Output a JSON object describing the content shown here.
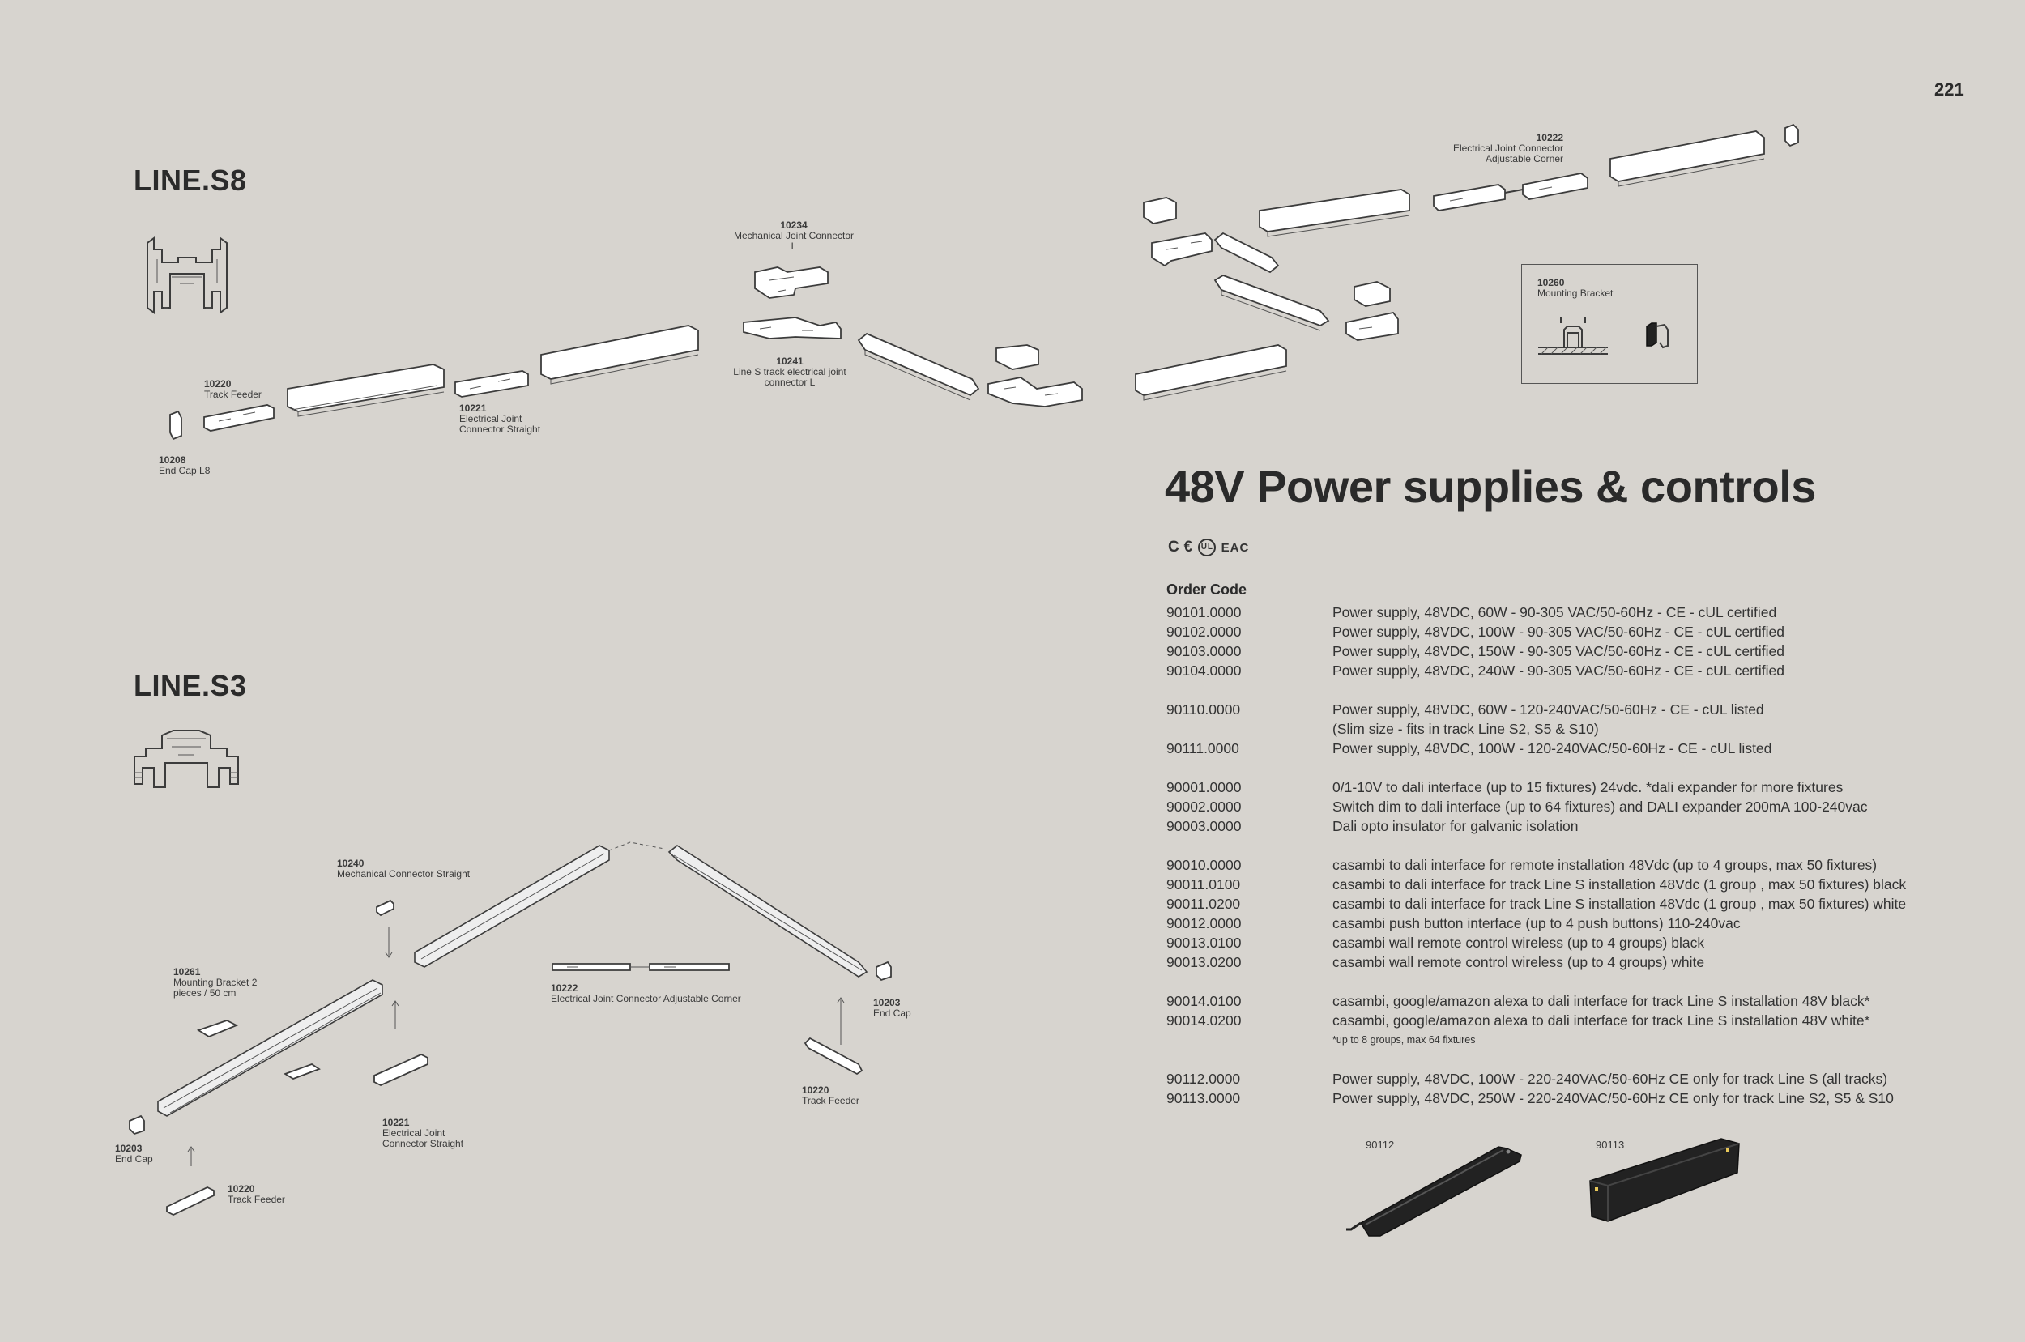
{
  "page_number": "221",
  "line_s8": {
    "title": "LINE.S8",
    "parts": [
      {
        "code": "10234",
        "desc": "Mechanical Joint Connector L"
      },
      {
        "code": "10241",
        "desc": "Line S track electrical joint connector L"
      },
      {
        "code": "10220",
        "desc": "Track Feeder"
      },
      {
        "code": "10221",
        "desc": "Electrical Joint Connector Straight"
      },
      {
        "code": "10208",
        "desc": "End Cap L8"
      },
      {
        "code": "10222",
        "desc": "Electrical Joint Connector Adjustable Corner"
      },
      {
        "code": "10260",
        "desc": "Mounting Bracket"
      }
    ]
  },
  "line_s3": {
    "title": "LINE.S3",
    "parts": [
      {
        "code": "10240",
        "desc": "Mechanical Connector Straight"
      },
      {
        "code": "10261",
        "desc": "Mounting Bracket 2 pieces / 50 cm"
      },
      {
        "code": "10222",
        "desc": "Electrical Joint Connector Adjustable Corner"
      },
      {
        "code": "10203",
        "desc": "End Cap"
      },
      {
        "code": "10220",
        "desc": "Track Feeder"
      },
      {
        "code": "10221",
        "desc": "Electrical Joint Connector Straight"
      },
      {
        "code": "10203",
        "desc": "End Cap"
      },
      {
        "code": "10220",
        "desc": "Track Feeder"
      }
    ]
  },
  "power": {
    "title": "48V Power supplies & controls",
    "certifications": "CE cUL EAC",
    "order_code_heading": "Order Code",
    "rows": [
      {
        "code": "90101.0000",
        "desc": "Power supply, 48VDC, 60W - 90-305 VAC/50-60Hz - CE - cUL certified"
      },
      {
        "code": "90102.0000",
        "desc": "Power supply, 48VDC, 100W - 90-305 VAC/50-60Hz - CE - cUL certified"
      },
      {
        "code": "90103.0000",
        "desc": "Power supply, 48VDC, 150W - 90-305 VAC/50-60Hz - CE - cUL certified"
      },
      {
        "code": "90104.0000",
        "desc": "Power supply, 48VDC, 240W - 90-305 VAC/50-60Hz - CE - cUL certified"
      },
      {
        "code": "90110.0000",
        "desc": "Power supply, 48VDC, 60W - 120-240VAC/50-60Hz - CE - cUL listed"
      },
      {
        "code": "",
        "desc": "(Slim size - fits in track Line S2, S5 & S10)"
      },
      {
        "code": "90111.0000",
        "desc": "Power supply, 48VDC, 100W - 120-240VAC/50-60Hz - CE - cUL listed"
      },
      {
        "code": "90001.0000",
        "desc": "0/1-10V to dali interface (up to 15 fixtures)   24vdc. *dali expander for more fixtures"
      },
      {
        "code": "90002.0000",
        "desc": "Switch dim to dali interface (up to 64 fixtures) and DALI expander 200mA 100-240vac"
      },
      {
        "code": "90003.0000",
        "desc": "Dali opto insulator for galvanic isolation"
      },
      {
        "code": "90010.0000",
        "desc": "casambi to dali interface for remote installation 48Vdc (up to 4 groups, max 50 fixtures)"
      },
      {
        "code": "90011.0100",
        "desc": "casambi to dali interface for track Line S installation 48Vdc (1 group , max 50 fixtures) black"
      },
      {
        "code": "90011.0200",
        "desc": "casambi to dali interface for track Line S installation 48Vdc (1 group , max 50 fixtures) white"
      },
      {
        "code": "90012.0000",
        "desc": "casambi push button interface (up to 4 push buttons) 110-240vac"
      },
      {
        "code": "90013.0100",
        "desc": "casambi wall remote control wireless  (up to 4 groups) black"
      },
      {
        "code": "90013.0200",
        "desc": "casambi wall remote control wireless  (up to 4 groups) white"
      },
      {
        "code": "90014.0100",
        "desc": "casambi, google/amazon alexa to dali interface for track Line S installation 48V black*"
      },
      {
        "code": "90014.0200",
        "desc": "casambi, google/amazon alexa to dali interface for track Line S installation 48V white*"
      },
      {
        "code": "",
        "desc": "*up to 8 groups, max 64 fixtures"
      },
      {
        "code": "90112.0000",
        "desc": "Power supply, 48VDC, 100W - 220-240VAC/50-60Hz CE  only for track Line S (all tracks)"
      },
      {
        "code": "90113.0000",
        "desc": "Power supply, 48VDC, 250W - 220-240VAC/50-60Hz CE  only for track Line S2, S5 & S10"
      }
    ],
    "products": [
      {
        "label": "90112"
      },
      {
        "label": "90113"
      }
    ]
  }
}
